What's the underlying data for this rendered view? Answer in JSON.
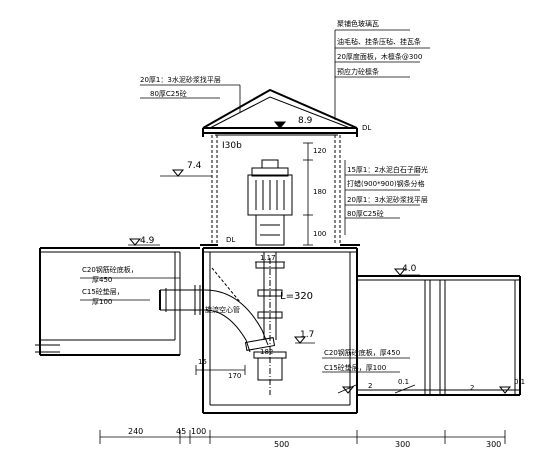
{
  "roof_notes": {
    "line1": "聚铺色玻璃瓦",
    "line2": "油毛毡、挂条压毡、挂瓦条",
    "line3": "20厚度面板，木檩条@300",
    "line4": "预应力砼檩条"
  },
  "left_roof_notes": {
    "line1": "20厚1：3水泥砂浆找平层",
    "line2": "80厚C25砼"
  },
  "wall_notes": {
    "line1": "15厚1：2水泥白石子磨光",
    "line2": "打蜡(900*900)钢条分格",
    "line3": "20厚1：3水泥砂浆找平层",
    "line4": "80厚C25砼"
  },
  "beam_label": "I30b",
  "dl_labels": {
    "roof": "DL",
    "floor": "DL"
  },
  "elevations": {
    "roof": "8.9",
    "left_ground": "7.4",
    "left_channel": "4.9",
    "right_channel": "4.0",
    "pipe_level": "1.7",
    "floor_left": "0.1",
    "floor_right": "0.1"
  },
  "vertical_dims": {
    "d1": "120",
    "d2": "180",
    "d3": "100"
  },
  "pipe": {
    "length": "L=320",
    "tag": "1.17",
    "tag2": "182",
    "slope": "2",
    "slope2": "2"
  },
  "pipe_label": "旋流空心管",
  "left_slab": {
    "line1": "C20钢筋砼底板，",
    "line2": "厚450",
    "line3": "C15砼垫层，",
    "line4": "厚100"
  },
  "bottom_slab": {
    "line1": "C20钢筋砼底板，厚450",
    "line2": "C15砼垫层，厚100"
  },
  "small_dims": {
    "d15": "15",
    "d170": "170"
  },
  "bottom_dims": {
    "d240": "240",
    "d45": "45",
    "d100": "100",
    "d500": "500",
    "d300a": "300",
    "d300b": "300"
  }
}
